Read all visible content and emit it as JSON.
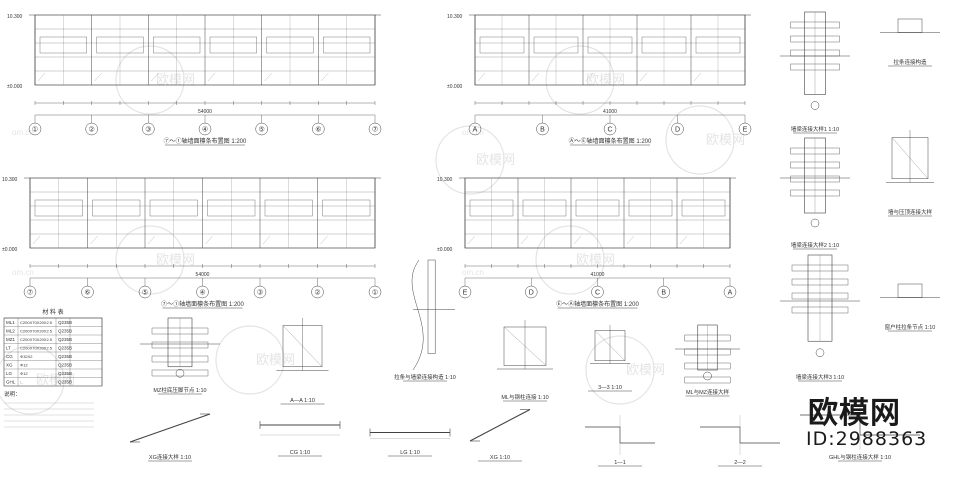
{
  "watermark": {
    "brand": "欧模网",
    "id_text": "ID:2988363",
    "bg_text": "欧模网",
    "bg_url": "om.cn"
  },
  "wall_elevations": [
    {
      "caption": "⑦～①轴墙面檩条布置图 1:200",
      "axes": [
        "①",
        "②",
        "③",
        "④",
        "⑤",
        "⑥",
        "⑦"
      ],
      "total": "54000",
      "level_top": "10.300",
      "level_bottom": "±0.000"
    },
    {
      "caption": "Ⓐ～Ⓔ轴墙面檩条布置图 1:200",
      "axes": [
        "A",
        "B",
        "C",
        "D",
        "E"
      ],
      "total": "41000",
      "level_top": "10.300",
      "level_bottom": "±0.000"
    },
    {
      "caption": "⑦～①轴墙面檩条布置图 1:200",
      "axes": [
        "⑦",
        "⑥",
        "⑤",
        "④",
        "③",
        "②",
        "①"
      ],
      "total": "54000",
      "level_top": "10.300",
      "level_bottom": "±0.000"
    },
    {
      "caption": "Ⓔ～Ⓐ轴墙面檩条布置图 1:200",
      "axes": [
        "E",
        "D",
        "C",
        "B",
        "A"
      ],
      "total": "41000",
      "level_top": "10.300",
      "level_bottom": "±0.000"
    }
  ],
  "detail_titles": {
    "d1": "墙梁连接大样1 1:10",
    "d2": "墙梁连接大样2 1:10",
    "d3": "墙梁连接大样3 1:10",
    "d4": "墙与压顶连接大样",
    "d5": "拉条连接构造",
    "d6": "窗户柱拉条节点 1:10",
    "mz": "MZ柱底压脚节点 1:10",
    "aa": "A—A 1:10",
    "ts": "拉条与墙梁连接构造 1:10",
    "ml": "ML与钢柱连接 1:10",
    "s33": "3—3 1:10",
    "mlmz": "ML与MZ连接大样",
    "xg1": "XG连接大样 1:10",
    "cg": "CG 1:10",
    "lg": "LG 1:10",
    "xg2": "XG 1:10",
    "s11": "1—1",
    "s22": "2—2",
    "ghl": "GHL与钢柱连接大样 1:10"
  },
  "material_table": {
    "title": "材 料 表",
    "rows": [
      [
        "ML1",
        "C200X70X20X2.5",
        "Q235B"
      ],
      [
        "ML2",
        "C200X70X20X2.5",
        "Q235B"
      ],
      [
        "MZ1",
        "C200X70X20X2.5",
        "Q235B"
      ],
      [
        "LT",
        "C200X70X20X2.5",
        "Q235B"
      ],
      [
        "CG",
        "Φ32X2",
        "Q235B"
      ],
      [
        "XG",
        "Φ12",
        "Q235B"
      ],
      [
        "LG",
        "Φ12",
        "Q235B"
      ],
      [
        "GHL",
        "∟",
        "Q235B"
      ]
    ]
  },
  "notes_title": "说明：",
  "colors": {
    "line": "#444444",
    "light": "#8a8a8a",
    "watermark": "#e2e2e2"
  }
}
